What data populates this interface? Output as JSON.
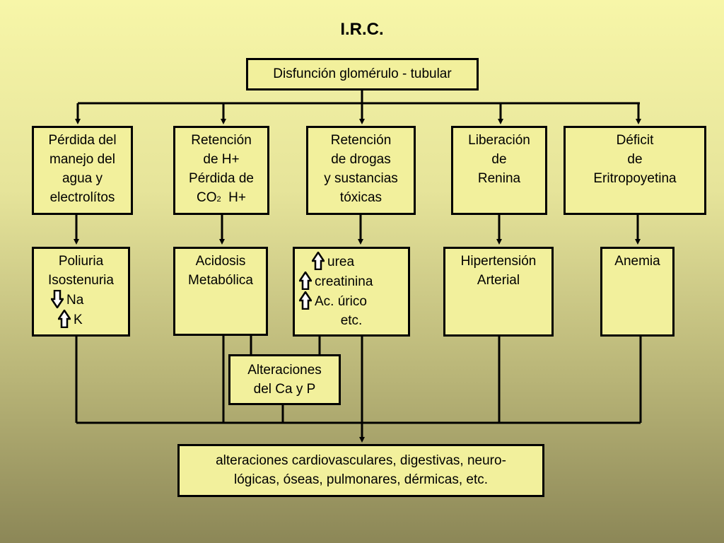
{
  "title": "I.R.C.",
  "root": "Disfunción glomérulo - tubular",
  "causes": [
    {
      "lines": [
        "Pérdida del",
        "manejo del",
        "agua y",
        "electrolítos"
      ]
    },
    {
      "lines": [
        "Retención",
        "de H+",
        "Pérdida de"
      ],
      "co2_main": "CO",
      "co2_sub": "2",
      "co2_rest": "H+"
    },
    {
      "lines": [
        "Retención",
        "de drogas",
        "y sustancias",
        "tóxicas"
      ]
    },
    {
      "lines": [
        "Liberación",
        "de",
        "Renina"
      ]
    },
    {
      "lines": [
        "Déficit",
        "de",
        "Eritropoyetina"
      ]
    }
  ],
  "effects": [
    {
      "lines": [
        "Poliuria",
        "Isostenuria"
      ],
      "down_item": "Na",
      "up_item": "K"
    },
    {
      "lines": [
        "Acidosis",
        "Metabólica"
      ]
    },
    {
      "up_items": [
        "urea",
        "creatinina",
        "Ac. úrico"
      ],
      "extra": "etc."
    },
    {
      "lines": [
        "Hipertensión",
        "Arterial"
      ]
    },
    {
      "lines": [
        "Anemia"
      ]
    }
  ],
  "calcium": [
    "Alteraciones",
    "del Ca y P"
  ],
  "outcome": [
    "alteraciones cardiovasculares, digestivas, neuro-",
    "lógicas, óseas, pulmonares, dérmicas, etc."
  ]
}
